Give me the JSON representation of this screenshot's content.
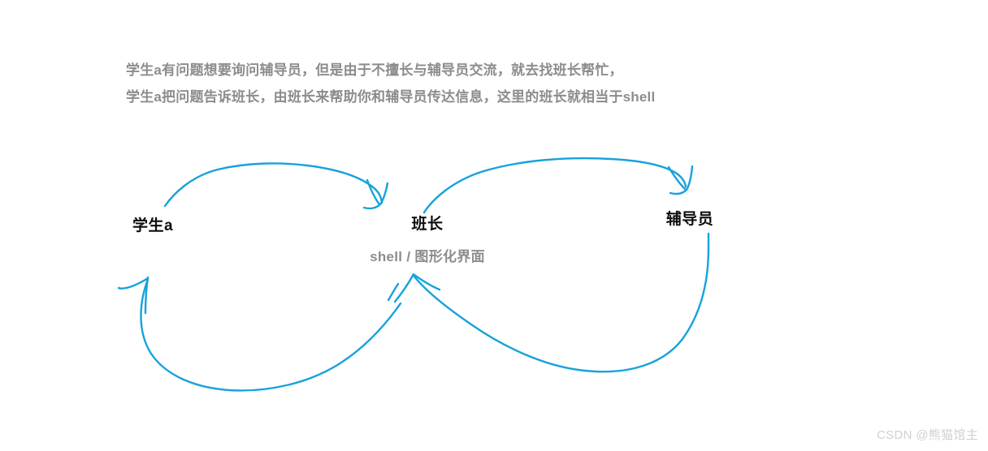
{
  "description": {
    "line1": "学生a有问题想要询问辅导员，但是由于不擅长与辅导员交流，就去找班长帮忙，",
    "line2": "学生a把问题告诉班长，由班长来帮助你和辅导员传达信息，这里的班长就相当于shell"
  },
  "nodes": {
    "student": {
      "label": "学生a"
    },
    "monitor": {
      "label": "班长",
      "subtitle": "shell / 图形化界面"
    },
    "counselor": {
      "label": "辅导员"
    }
  },
  "arrows": [
    {
      "name": "student-to-monitor",
      "from": "学生a",
      "to": "班长",
      "direction": "right"
    },
    {
      "name": "monitor-to-counselor",
      "from": "班长",
      "to": "辅导员",
      "direction": "right"
    },
    {
      "name": "counselor-to-monitor",
      "from": "辅导员",
      "to": "班长",
      "direction": "left"
    },
    {
      "name": "monitor-to-student",
      "from": "班长",
      "to": "学生a",
      "direction": "left"
    }
  ],
  "colors": {
    "stroke": "#17a2dc",
    "label": "#0d0d0d",
    "muted": "#8c8c8c",
    "background": "#ffffff",
    "watermark": "#d0d0d0"
  },
  "watermark": "CSDN @熊猫馆主"
}
